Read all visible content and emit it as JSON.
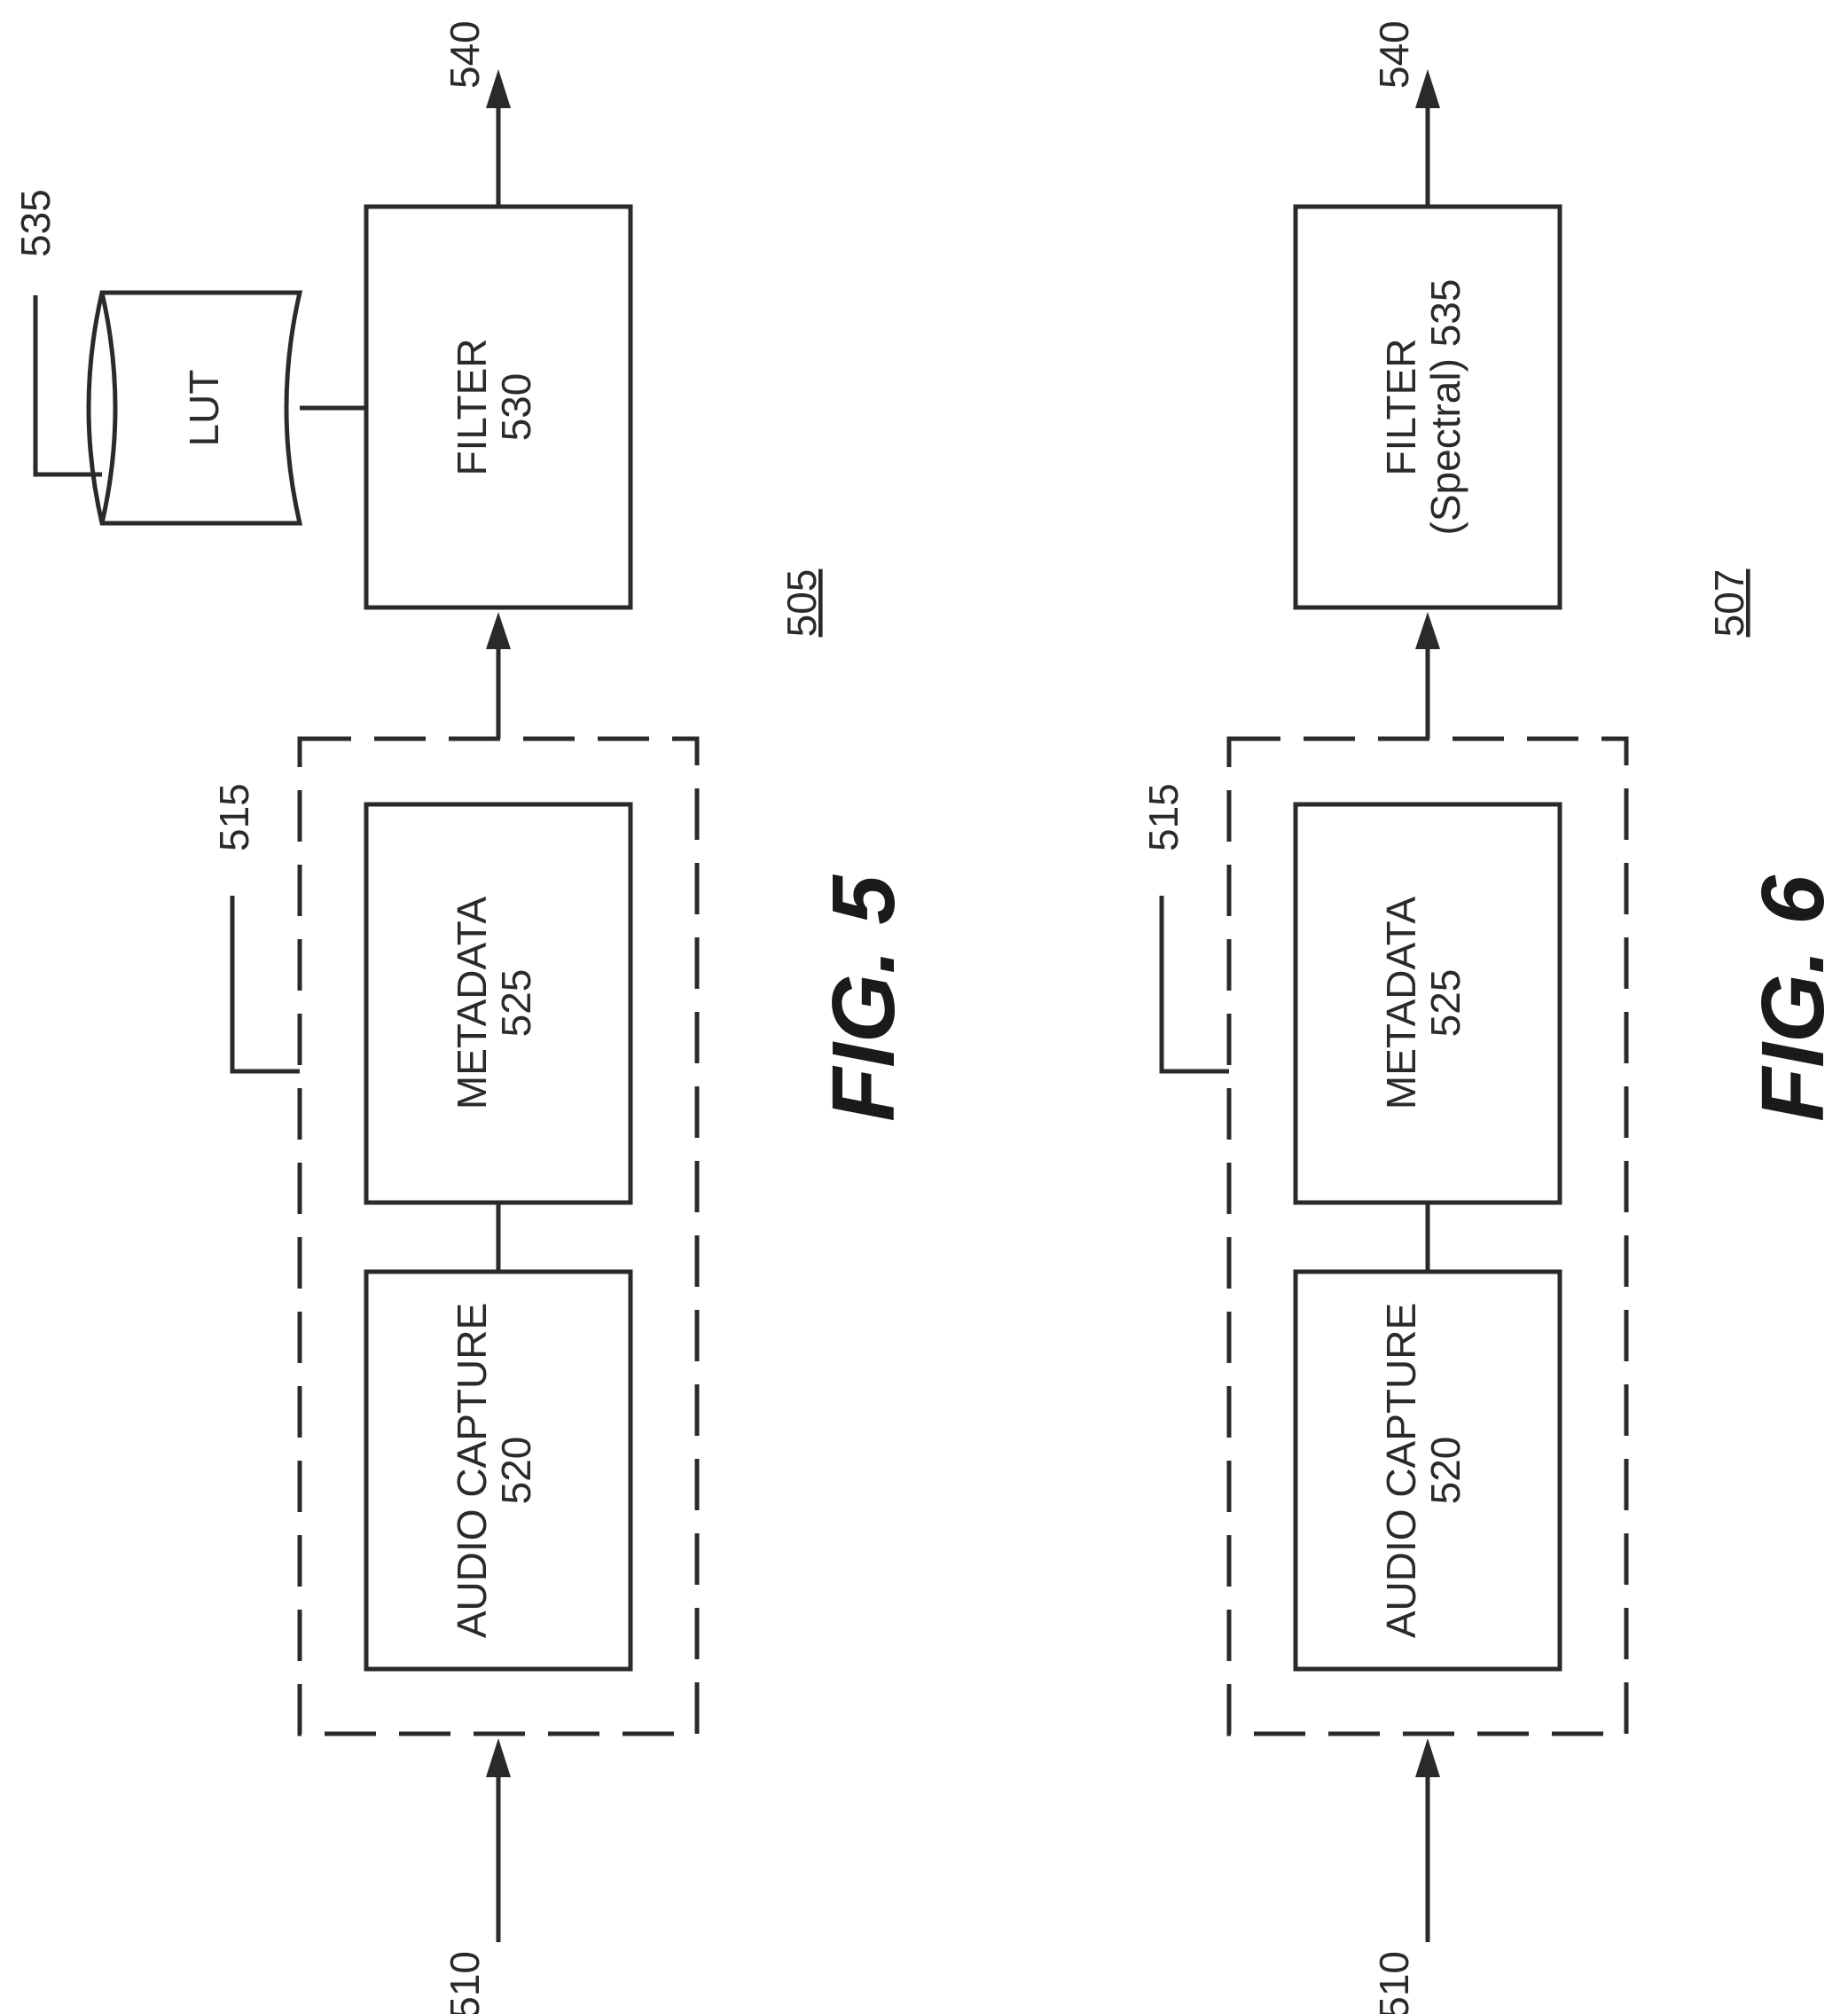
{
  "figure5": {
    "fig_label": "FIG. 5",
    "ref_number": "505",
    "input_label": "510",
    "output_label": "540",
    "group_label": "515",
    "audio_capture": {
      "name": "AUDIO CAPTURE",
      "num": "520"
    },
    "metadata": {
      "name": "METADATA",
      "num": "525"
    },
    "filter": {
      "name": "FILTER",
      "num": "530"
    },
    "lut": {
      "name": "LUT",
      "num": "535"
    }
  },
  "figure6": {
    "fig_label": "FIG. 6",
    "ref_number": "507",
    "input_label": "510",
    "output_label": "540",
    "group_label": "515",
    "audio_capture": {
      "name": "AUDIO CAPTURE",
      "num": "520"
    },
    "metadata": {
      "name": "METADATA",
      "num": "525"
    },
    "filter": {
      "name": "FILTER",
      "sub": "(Spectral) 535"
    }
  }
}
